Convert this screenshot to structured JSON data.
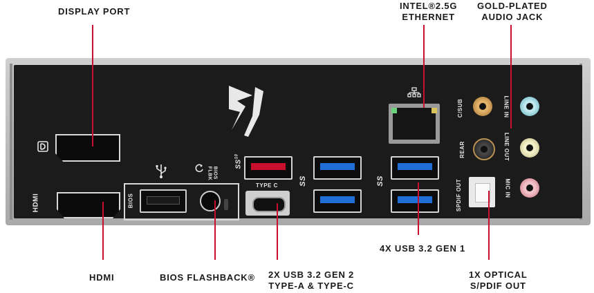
{
  "callouts": {
    "display_port": "DISPLAY PORT",
    "ethernet_line1": "INTEL®2.5G",
    "ethernet_line2": "ETHERNET",
    "audio_line1": "GOLD-PLATED",
    "audio_line2": "AUDIO JACK",
    "hdmi": "HDMI",
    "bios_flashback": "BIOS FLASHBACK®",
    "usb_gen2_line1": "2X USB 3.2 GEN 2",
    "usb_gen2_line2": "TYPE-A & TYPE-C",
    "usb_gen1": "4X USB 3.2 GEN 1",
    "optical_line1": "1X OPTICAL",
    "optical_line2": "S/PDIF OUT"
  },
  "panel_labels": {
    "hdmi": "HDMI",
    "bios": "BIOS",
    "bios_flbk_line1": "BIOS",
    "bios_flbk_line2": "FLBK",
    "type_c": "TYPE C",
    "ss10": "SS",
    "ss10_sup": "10",
    "ss_a": "SS",
    "ss_b": "SS",
    "c_sub": "C/SUB",
    "rear": "REAR",
    "spdif_out": "SPDIF OUT",
    "line_in": "LINE IN",
    "line_out": "LINE OUT",
    "mic_in": "MIC IN"
  },
  "colors": {
    "leader": "#c8102e",
    "panel": "#1b1b1b",
    "usb_gen2": "#c8102e",
    "usb_gen1": "#1f6fd6",
    "line_in": "#7fd3df",
    "line_out": "#d8d6a8",
    "mic_in": "#e9a3ad",
    "c_sub": "#c58a3a",
    "rear": "#2a2a2a"
  },
  "icons": [
    "rog-logo-icon",
    "displayport-icon",
    "usb-icon",
    "flashback-icon",
    "network-icon",
    "superspeed-icon"
  ]
}
